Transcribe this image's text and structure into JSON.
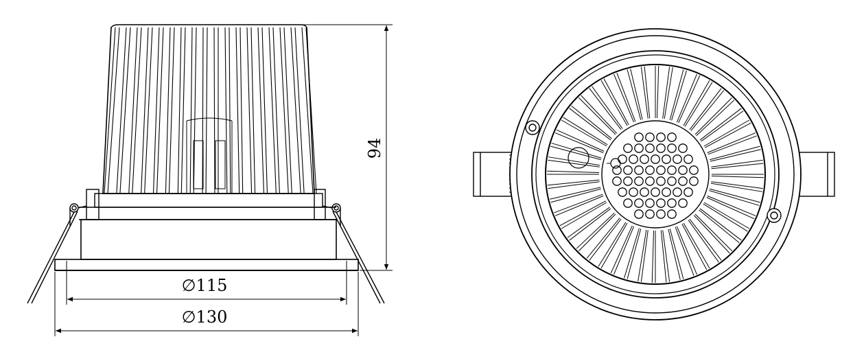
{
  "dimensions": {
    "height": "94",
    "inner_diameter": "∅115",
    "outer_diameter": "∅130"
  },
  "colors": {
    "line": "#000000",
    "background": "#ffffff"
  }
}
